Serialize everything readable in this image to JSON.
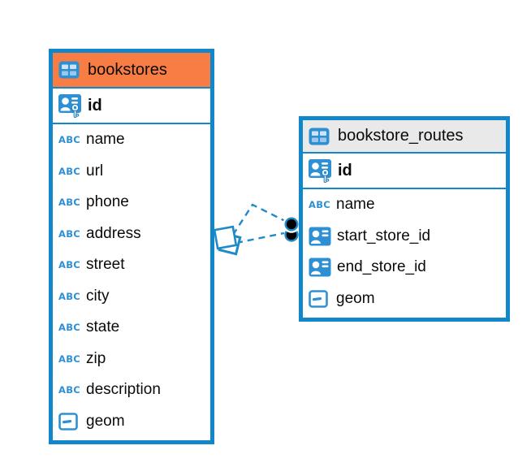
{
  "icons": {
    "text_type_label": "ABC"
  },
  "colors": {
    "table_border_blue": "#1187c9",
    "bookstores_header_orange": "#f87d44",
    "routes_header_gray": "#e9e9e9",
    "icon_blue": "#2e90d4",
    "connector_blue": "#1e8bc9",
    "connector_dot_black": "#000000"
  },
  "tables": [
    {
      "name": "bookstores",
      "primary_key": {
        "name": "id"
      },
      "fields": [
        {
          "name": "name",
          "type": "text"
        },
        {
          "name": "url",
          "type": "text"
        },
        {
          "name": "phone",
          "type": "text"
        },
        {
          "name": "address",
          "type": "text"
        },
        {
          "name": "street",
          "type": "text"
        },
        {
          "name": "city",
          "type": "text"
        },
        {
          "name": "state",
          "type": "text"
        },
        {
          "name": "zip",
          "type": "text"
        },
        {
          "name": "description",
          "type": "text"
        },
        {
          "name": "geom",
          "type": "geometry"
        }
      ]
    },
    {
      "name": "bookstore_routes",
      "primary_key": {
        "name": "id"
      },
      "fields": [
        {
          "name": "name",
          "type": "text"
        },
        {
          "name": "start_store_id",
          "type": "foreign-key"
        },
        {
          "name": "end_store_id",
          "type": "foreign-key"
        },
        {
          "name": "geom",
          "type": "geometry"
        }
      ]
    }
  ]
}
